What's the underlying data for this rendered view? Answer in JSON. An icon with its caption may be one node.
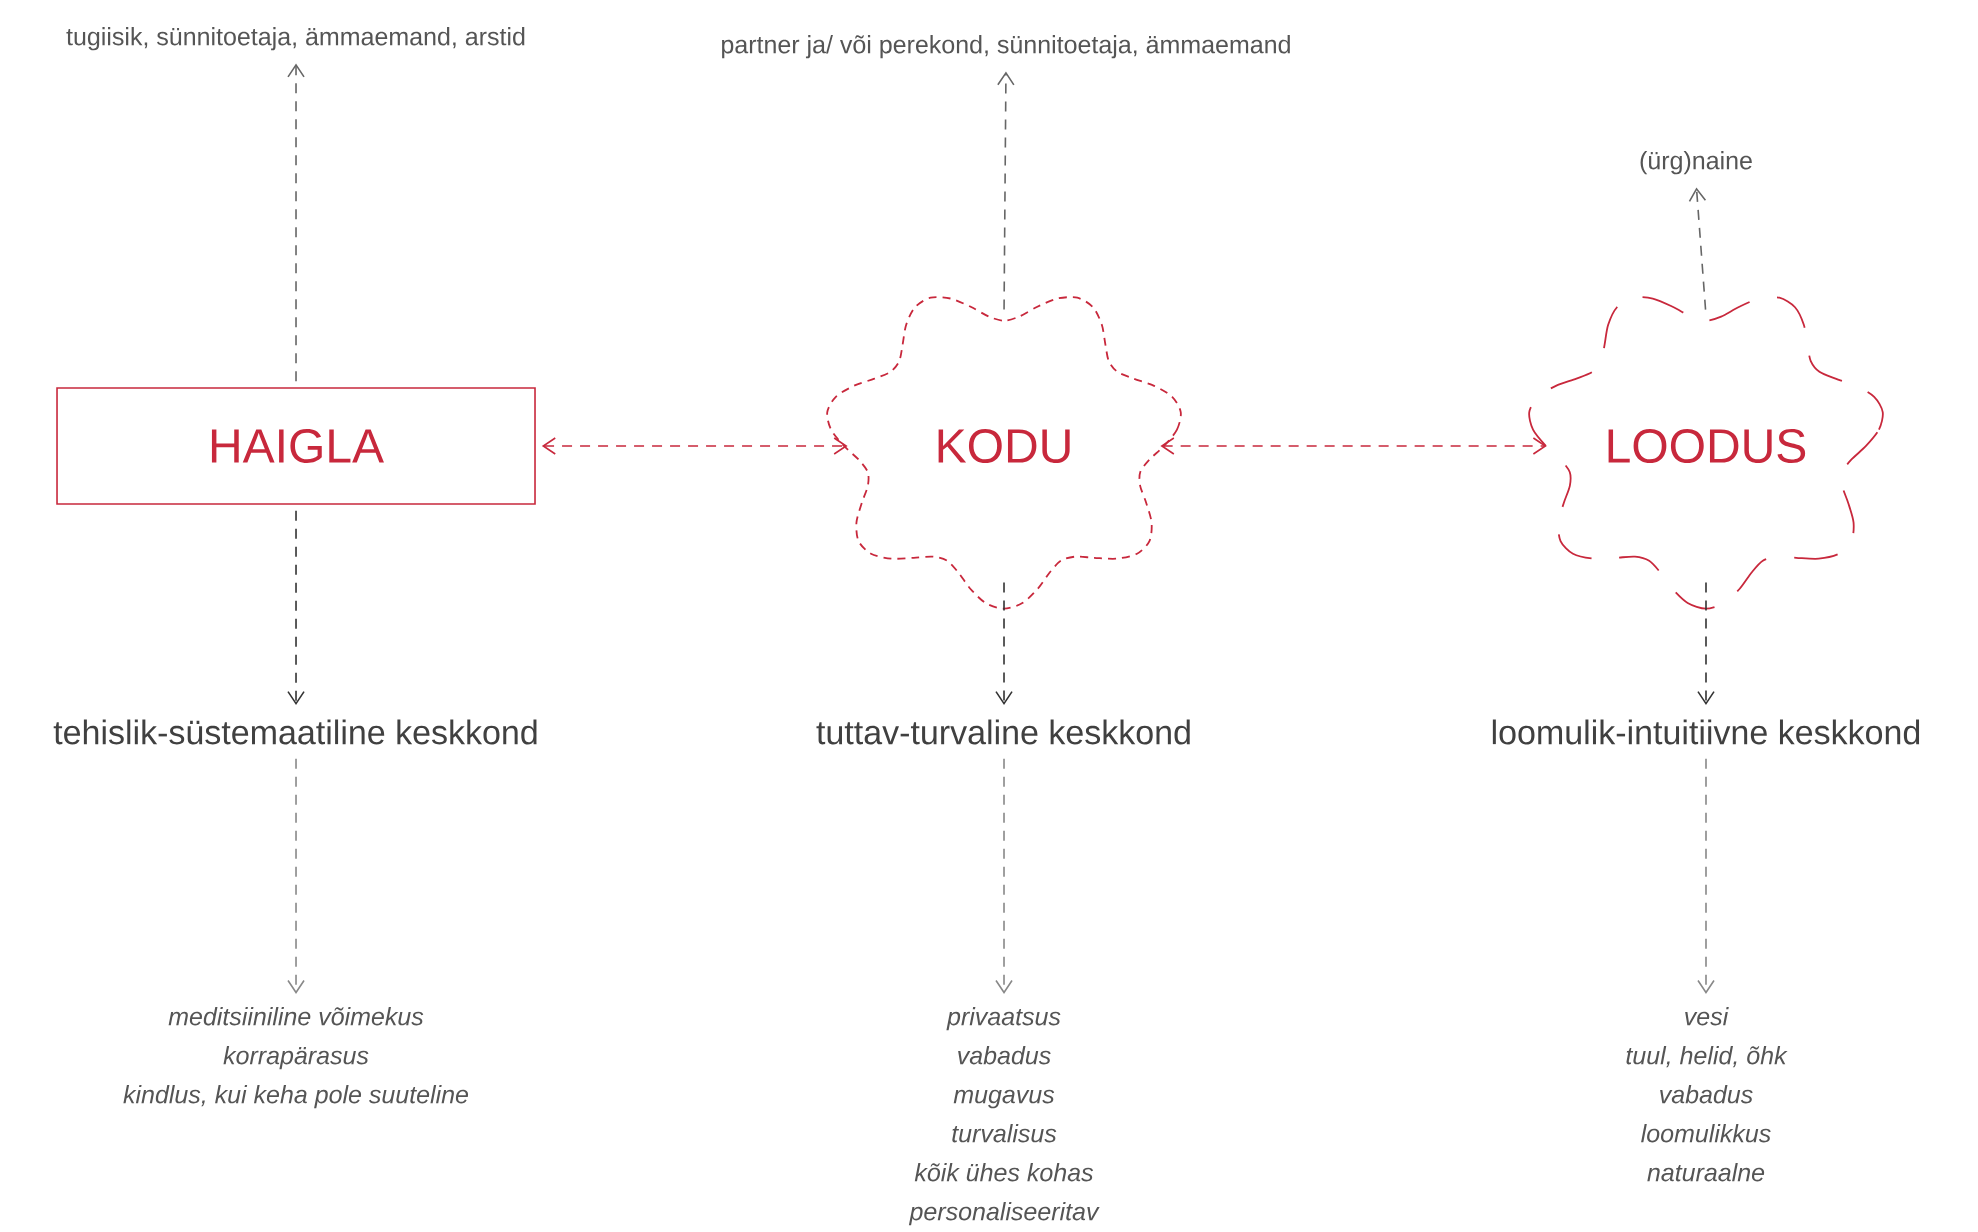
{
  "diagram": {
    "nodes": [
      {
        "text": [
          "HAIGLA"
        ]
      },
      {
        "text": [
          "KODU"
        ]
      },
      {
        "text": [
          "LOODUS"
        ]
      },
      {
        "text": [
          "tugiisik, sünnitoetaja, ämmaemand, arstid"
        ]
      },
      {
        "text": [
          "partner ja/ või perekond, sünnitoetaja, ämmaemand"
        ]
      },
      {
        "text": [
          "(ürg)naine"
        ]
      },
      {
        "text": [
          "tehislik-süstemaatiline keskkond"
        ]
      },
      {
        "text": [
          "tuttav-turvaline keskkond"
        ]
      },
      {
        "text": [
          "loomulik-intuitiivne keskkond"
        ]
      },
      {
        "text": [
          "meditsiiniline võimekus",
          "korrapärasus",
          "kindlus, kui keha pole suuteline"
        ]
      },
      {
        "text": [
          "privaatsus",
          "vabadus",
          "mugavus",
          "turvalisus",
          "kõik ühes kohas",
          "personaliseeritav"
        ]
      },
      {
        "text": [
          "vesi",
          "tuul, helid, õhk",
          "vabadus",
          "loomulikkus",
          "naturaalne"
        ]
      }
    ],
    "edges": [
      {
        "from": 0,
        "to": 1,
        "arrow": "both",
        "style": "dashed",
        "color": "#c8283c"
      },
      {
        "from": 1,
        "to": 2,
        "arrow": "both",
        "style": "dashed",
        "color": "#c8283c"
      },
      {
        "from": 0,
        "to": 3,
        "arrow": "to",
        "style": "dashed",
        "color": "#666666"
      },
      {
        "from": 1,
        "to": 4,
        "arrow": "to",
        "style": "dashed",
        "color": "#666666"
      },
      {
        "from": 2,
        "to": 5,
        "arrow": "to",
        "style": "dashed",
        "color": "#666666"
      },
      {
        "from": 0,
        "to": 6,
        "arrow": "to",
        "style": "dashed",
        "color": "#333333"
      },
      {
        "from": 1,
        "to": 7,
        "arrow": "to",
        "style": "dashed",
        "color": "#333333"
      },
      {
        "from": 2,
        "to": 8,
        "arrow": "to",
        "style": "dashed",
        "color": "#333333"
      },
      {
        "from": 6,
        "to": 9,
        "arrow": "to",
        "style": "dashed",
        "color": "#888888"
      },
      {
        "from": 7,
        "to": 10,
        "arrow": "to",
        "style": "dashed",
        "color": "#888888"
      },
      {
        "from": 8,
        "to": 11,
        "arrow": "to",
        "style": "dashed",
        "color": "#888888"
      }
    ]
  }
}
